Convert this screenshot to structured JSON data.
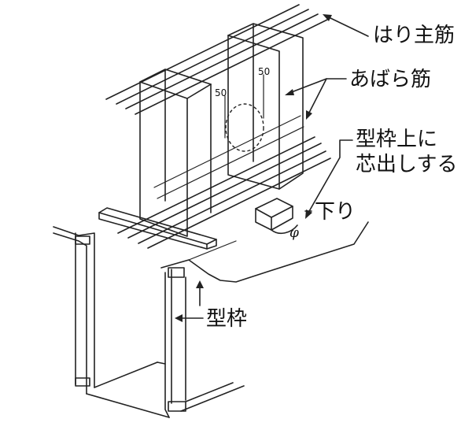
{
  "labels": {
    "main_bar": "はり主筋",
    "stirrup": "あばら筋",
    "formwork_top_line1": "型枠上に",
    "formwork_top_line2": "芯出しする",
    "plumb": "下り",
    "formwork": "型枠"
  },
  "dimensions": [
    "50",
    "50"
  ],
  "symbol_phi": "φ"
}
